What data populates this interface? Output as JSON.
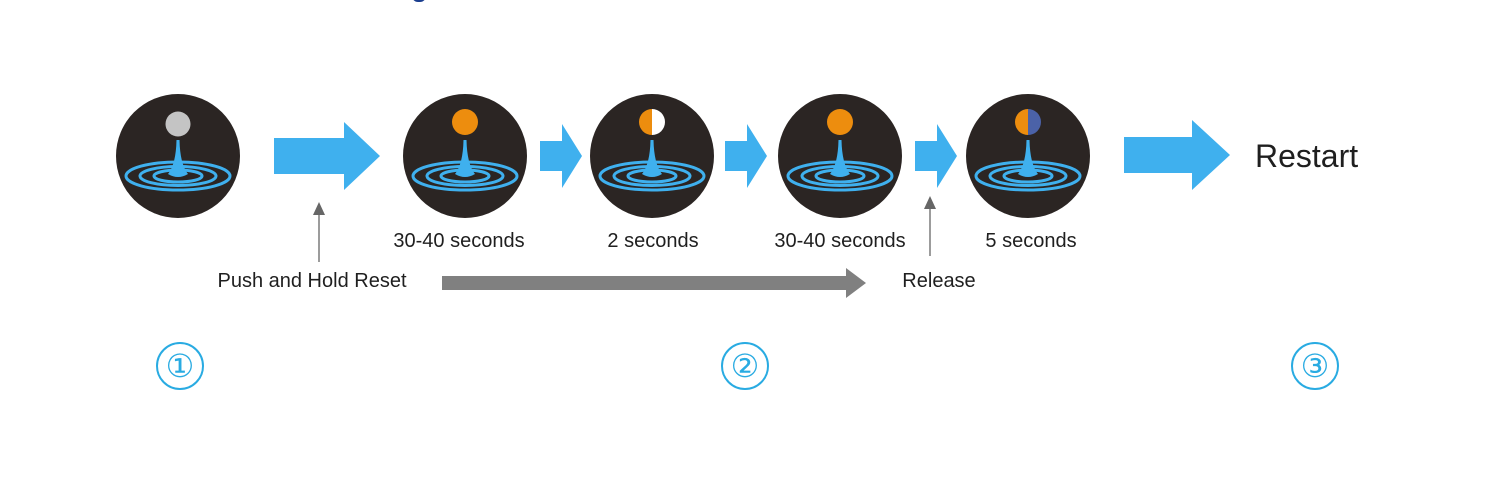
{
  "devices": [
    {
      "state": "gray-light",
      "colors": [
        "#c4c4c4"
      ]
    },
    {
      "state": "orange-light",
      "colors": [
        "#ed8d0e"
      ]
    },
    {
      "state": "orange-white-split-light",
      "colors": [
        "#ed8d0e",
        "#ffffff"
      ]
    },
    {
      "state": "orange-light",
      "colors": [
        "#ed8d0e"
      ]
    },
    {
      "state": "orange-blue-split-light",
      "colors": [
        "#ed8d0e",
        "#4b62a8"
      ]
    }
  ],
  "captions": {
    "d2": "30-40 seconds",
    "d3": "2 seconds",
    "d4": "30-40 seconds",
    "d5": "5 seconds"
  },
  "labels": {
    "push_hold": "Push and Hold Reset",
    "release": "Release",
    "restart": "Restart"
  },
  "steps": [
    "①",
    "②",
    "③"
  ],
  "colors": {
    "arrow": "#3fb0ee",
    "device_body": "#2b2523",
    "ripple": "#3fb0ee",
    "hold_bar": "#808080",
    "step_circle": "#29abe2"
  }
}
